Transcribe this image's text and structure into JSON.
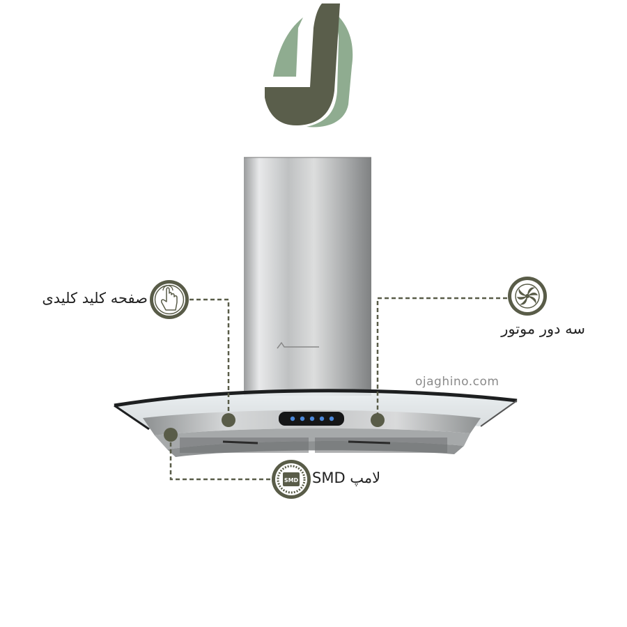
{
  "brand": {
    "logo_icon": "oja-logo-icon",
    "colors": {
      "light": "#8fac90",
      "dark": "#5a5e4b"
    }
  },
  "watermark": "ojaghino.com",
  "features": {
    "keypad": {
      "label": "صفحه کلید کلیدی",
      "icon": "touch-hand-icon"
    },
    "motor": {
      "label": "سه دور موتور",
      "icon": "fan-icon"
    },
    "lamp": {
      "label": "لامپ SMD",
      "icon": "smd-chip-icon",
      "chip_text": "SMD"
    }
  },
  "accent_colors": {
    "callout": "#595c48",
    "steel": "#b9bcbe",
    "glass": "#1d1f20"
  }
}
